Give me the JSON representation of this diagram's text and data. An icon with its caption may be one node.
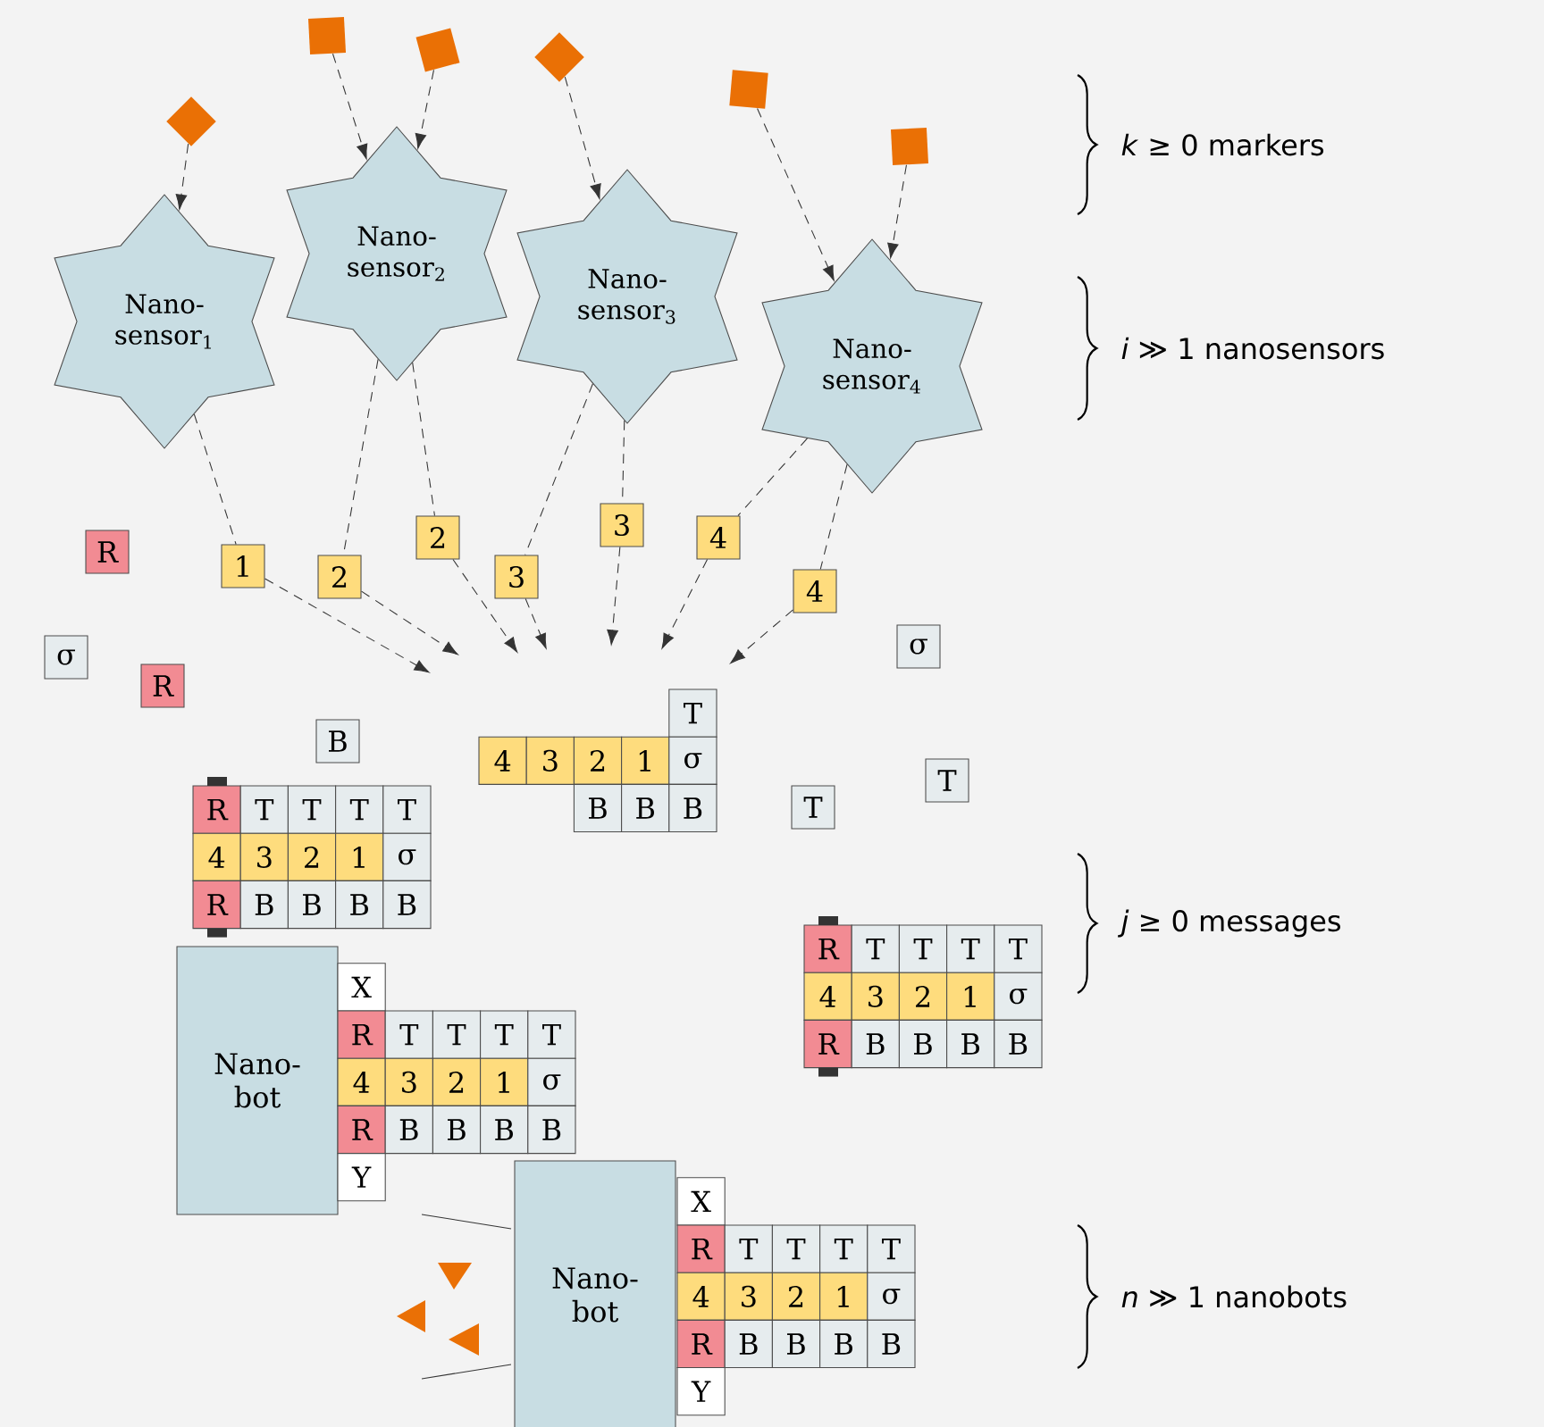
{
  "diagram": {
    "nodes": [
      {
        "text": [],
        "shape": "diamond"
      },
      {
        "text": [],
        "shape": "box"
      },
      {
        "text": [],
        "shape": "box"
      },
      {
        "text": [],
        "shape": "diamond"
      },
      {
        "text": [],
        "shape": "box"
      },
      {
        "text": [],
        "shape": "box"
      },
      {
        "text": [
          "Nano- sensor$_{1}$"
        ]
      },
      {
        "text": [
          "Nano- sensor$_{2}$"
        ]
      },
      {
        "text": [
          "Nano- sensor$_{3}$"
        ]
      },
      {
        "text": [
          "Nano- sensor$_{4}$"
        ]
      },
      {
        "text": [
          "1"
        ]
      },
      {
        "text": [
          "2"
        ]
      },
      {
        "text": [
          "2"
        ]
      },
      {
        "text": [
          "3"
        ]
      },
      {
        "text": [
          "3"
        ]
      },
      {
        "text": [
          "4"
        ]
      },
      {
        "text": [
          "4"
        ]
      },
      {
        "text": [
          "R"
        ]
      },
      {
        "text": [
          "σ"
        ]
      },
      {
        "text": [
          "R"
        ]
      },
      {
        "text": [
          "B"
        ]
      },
      {
        "text": [
          "σ"
        ]
      },
      {
        "text": [
          "T"
        ]
      },
      {
        "text": [
          "T"
        ]
      },
      {
        "text": [
          "Nano- bot"
        ]
      },
      {
        "text": [
          "Nano- bot"
        ]
      }
    ],
    "edges": [
      {
        "from": 0,
        "to": 6,
        "arrow": "to",
        "style": "dashed"
      },
      {
        "from": 1,
        "to": 7,
        "arrow": "to",
        "style": "dashed"
      },
      {
        "from": 2,
        "to": 7,
        "arrow": "to",
        "style": "dashed"
      },
      {
        "from": 3,
        "to": 8,
        "arrow": "to",
        "style": "dashed"
      },
      {
        "from": 4,
        "to": 9,
        "arrow": "to",
        "style": "dashed"
      },
      {
        "from": 5,
        "to": 9,
        "arrow": "to",
        "style": "dashed"
      },
      {
        "from": 6,
        "to": 10,
        "arrow": "none",
        "style": "dashed"
      },
      {
        "from": 7,
        "to": 11,
        "arrow": "none",
        "style": "dashed"
      },
      {
        "from": 7,
        "to": 12,
        "arrow": "none",
        "style": "dashed"
      },
      {
        "from": 8,
        "to": 13,
        "arrow": "none",
        "style": "dashed"
      },
      {
        "from": 8,
        "to": 14,
        "arrow": "none",
        "style": "dashed"
      },
      {
        "from": 9,
        "to": 15,
        "arrow": "none",
        "style": "dashed"
      },
      {
        "from": 9,
        "to": 16,
        "arrow": "none",
        "style": "dashed"
      },
      {
        "from": 10,
        "to": null,
        "arrow": "to",
        "style": "dashed"
      },
      {
        "from": 11,
        "to": null,
        "arrow": "to",
        "style": "dashed"
      },
      {
        "from": 12,
        "to": null,
        "arrow": "to",
        "style": "dashed"
      },
      {
        "from": 13,
        "to": null,
        "arrow": "to",
        "style": "dashed"
      },
      {
        "from": 14,
        "to": null,
        "arrow": "to",
        "style": "dashed"
      },
      {
        "from": 15,
        "to": null,
        "arrow": "to",
        "style": "dashed"
      },
      {
        "from": 16,
        "to": null,
        "arrow": "to",
        "style": "dashed"
      }
    ],
    "labels": [
      "*k* ≥ 0 markers",
      "*i* ≫ 1 nanosensors",
      "T",
      "4",
      "3",
      "2",
      "1",
      "σ",
      "R",
      "T",
      "T",
      "T",
      "T",
      "B",
      "B",
      "B",
      "4",
      "3",
      "2",
      "1",
      "σ",
      "R",
      "B",
      "B",
      "B",
      "B",
      "*j* ≥ 0 messages",
      "R",
      "T",
      "T",
      "T",
      "T",
      "4",
      "3",
      "2",
      "1",
      "σ",
      "R",
      "B",
      "B",
      "B",
      "B",
      "X",
      "R",
      "T",
      "T",
      "T",
      "T",
      "4",
      "3",
      "2",
      "1",
      "σ",
      "R",
      "B",
      "B",
      "B",
      "B",
      "Y",
      "X",
      "R",
      "T",
      "T",
      "T",
      "T",
      "4",
      "3",
      "2",
      "1",
      "σ",
      "R",
      "B",
      "B",
      "B",
      "B",
      "Y",
      "*n* ≫ 1 nanobots"
    ]
  }
}
